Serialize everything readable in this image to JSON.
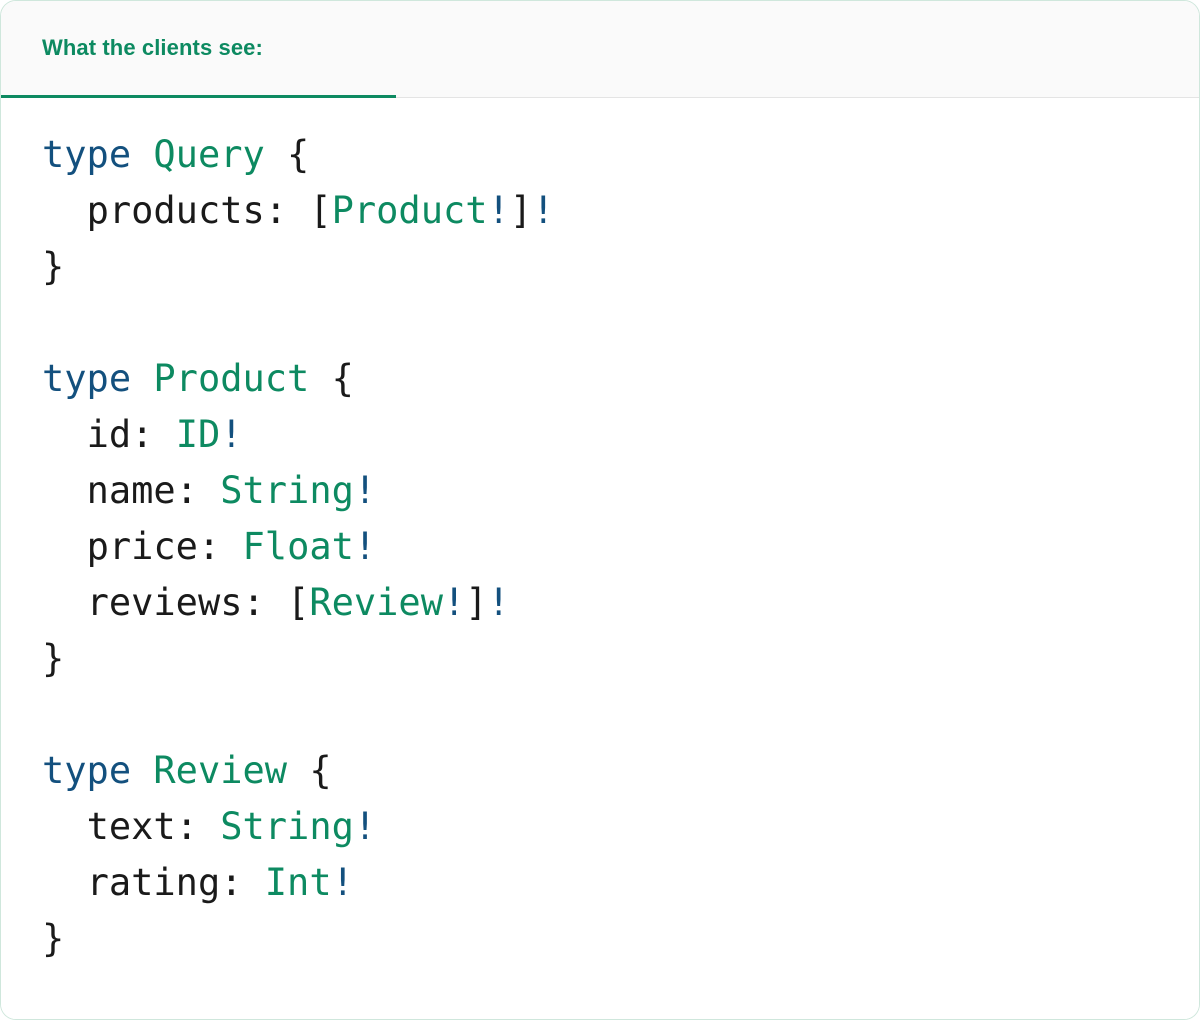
{
  "card": {
    "border_color": "#cfe7dc",
    "background": "#ffffff"
  },
  "header": {
    "label": "What the clients see:",
    "text_color": "#0d8a61",
    "underline_color": "#0d8a61",
    "background": "#fafafa",
    "border_color": "#e4e4e4"
  },
  "editor": {
    "language": "graphql",
    "colors": {
      "keyword": "#13507e",
      "type_name": "#0d8a61",
      "bang": "#13507e",
      "punctuation": "#1a1a1a",
      "field_name": "#1a1a1a"
    },
    "lines": [
      {
        "id": "line-1",
        "text": "type Query {",
        "tokens": [
          {
            "t": "type",
            "c": "kw"
          },
          {
            "t": " ",
            "c": "punct"
          },
          {
            "t": "Query",
            "c": "type"
          },
          {
            "t": " {",
            "c": "punct"
          }
        ]
      },
      {
        "id": "line-2",
        "text": "  products: [Product!]!",
        "tokens": [
          {
            "t": "  ",
            "c": "punct"
          },
          {
            "t": "products",
            "c": "field"
          },
          {
            "t": ": [",
            "c": "punct"
          },
          {
            "t": "Product",
            "c": "type"
          },
          {
            "t": "!",
            "c": "bang"
          },
          {
            "t": "]",
            "c": "punct"
          },
          {
            "t": "!",
            "c": "bang"
          }
        ]
      },
      {
        "id": "line-3",
        "text": "}",
        "tokens": [
          {
            "t": "}",
            "c": "punct"
          }
        ]
      },
      {
        "id": "line-4",
        "text": "",
        "tokens": []
      },
      {
        "id": "line-5",
        "text": "type Product {",
        "tokens": [
          {
            "t": "type",
            "c": "kw"
          },
          {
            "t": " ",
            "c": "punct"
          },
          {
            "t": "Product",
            "c": "type"
          },
          {
            "t": " {",
            "c": "punct"
          }
        ]
      },
      {
        "id": "line-6",
        "text": "  id: ID!",
        "tokens": [
          {
            "t": "  ",
            "c": "punct"
          },
          {
            "t": "id",
            "c": "field"
          },
          {
            "t": ": ",
            "c": "punct"
          },
          {
            "t": "ID",
            "c": "type"
          },
          {
            "t": "!",
            "c": "bang"
          }
        ]
      },
      {
        "id": "line-7",
        "text": "  name: String!",
        "tokens": [
          {
            "t": "  ",
            "c": "punct"
          },
          {
            "t": "name",
            "c": "field"
          },
          {
            "t": ": ",
            "c": "punct"
          },
          {
            "t": "String",
            "c": "type"
          },
          {
            "t": "!",
            "c": "bang"
          }
        ]
      },
      {
        "id": "line-8",
        "text": "  price: Float!",
        "tokens": [
          {
            "t": "  ",
            "c": "punct"
          },
          {
            "t": "price",
            "c": "field"
          },
          {
            "t": ": ",
            "c": "punct"
          },
          {
            "t": "Float",
            "c": "type"
          },
          {
            "t": "!",
            "c": "bang"
          }
        ]
      },
      {
        "id": "line-9",
        "text": "  reviews: [Review!]!",
        "tokens": [
          {
            "t": "  ",
            "c": "punct"
          },
          {
            "t": "reviews",
            "c": "field"
          },
          {
            "t": ": [",
            "c": "punct"
          },
          {
            "t": "Review",
            "c": "type"
          },
          {
            "t": "!",
            "c": "bang"
          },
          {
            "t": "]",
            "c": "punct"
          },
          {
            "t": "!",
            "c": "bang"
          }
        ]
      },
      {
        "id": "line-10",
        "text": "}",
        "tokens": [
          {
            "t": "}",
            "c": "punct"
          }
        ]
      },
      {
        "id": "line-11",
        "text": "",
        "tokens": []
      },
      {
        "id": "line-12",
        "text": "type Review {",
        "tokens": [
          {
            "t": "type",
            "c": "kw"
          },
          {
            "t": " ",
            "c": "punct"
          },
          {
            "t": "Review",
            "c": "type"
          },
          {
            "t": " {",
            "c": "punct"
          }
        ]
      },
      {
        "id": "line-13",
        "text": "  text: String!",
        "tokens": [
          {
            "t": "  ",
            "c": "punct"
          },
          {
            "t": "text",
            "c": "field"
          },
          {
            "t": ": ",
            "c": "punct"
          },
          {
            "t": "String",
            "c": "type"
          },
          {
            "t": "!",
            "c": "bang"
          }
        ]
      },
      {
        "id": "line-14",
        "text": "  rating: Int!",
        "tokens": [
          {
            "t": "  ",
            "c": "punct"
          },
          {
            "t": "rating",
            "c": "field"
          },
          {
            "t": ": ",
            "c": "punct"
          },
          {
            "t": "Int",
            "c": "type"
          },
          {
            "t": "!",
            "c": "bang"
          }
        ]
      },
      {
        "id": "line-15",
        "text": "}",
        "tokens": [
          {
            "t": "}",
            "c": "punct"
          }
        ]
      }
    ]
  }
}
